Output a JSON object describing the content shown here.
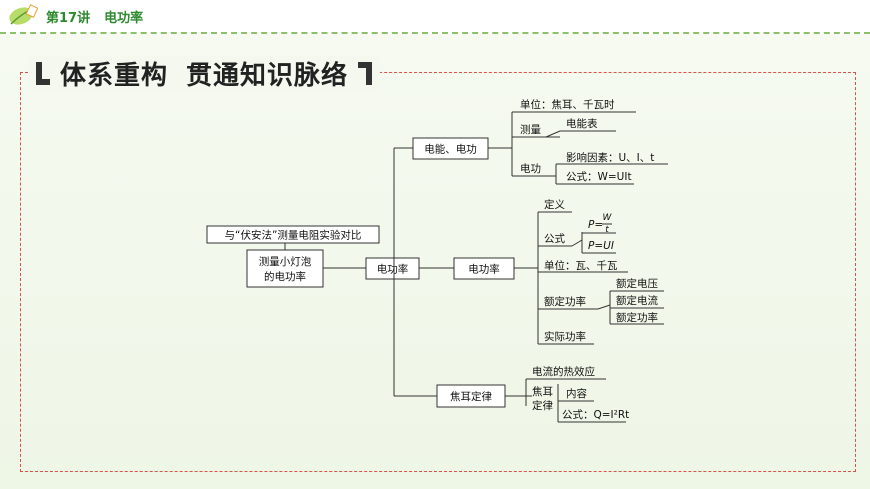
{
  "header": {
    "lecture": "第17讲",
    "topic": "电功率"
  },
  "section": {
    "title_a": "体系重构",
    "title_b": "贯通知识脉络"
  },
  "map": {
    "root": "电功率",
    "left_note": "与“伏安法”测量电阻实验对比",
    "left_box_1": "测量小灯泡",
    "left_box_2": "的电功率",
    "b1": {
      "title": "电能、电功",
      "unit": "单位：焦耳、千瓦时",
      "measure": "测量",
      "meter": "电能表",
      "work": "电功",
      "factors": "影响因素：U、I、t",
      "formula": "公式：W=UIt"
    },
    "b2": {
      "title": "电功率",
      "definition": "定义",
      "formula_label": "公式",
      "f1_lhs": "P=",
      "f1_num": "W",
      "f1_den": "t",
      "f2": "P=UI",
      "unit": "单位：瓦、千瓦",
      "rated": "额定功率",
      "rated_voltage": "额定电压",
      "rated_current": "额定电流",
      "rated_power": "额定功率",
      "actual": "实际功率"
    },
    "b3": {
      "title": "焦耳定律",
      "heat_effect": "电流的热效应",
      "law_1": "焦耳",
      "law_2": "定律",
      "content": "内容",
      "formula": "公式：Q=I²Rt"
    }
  }
}
